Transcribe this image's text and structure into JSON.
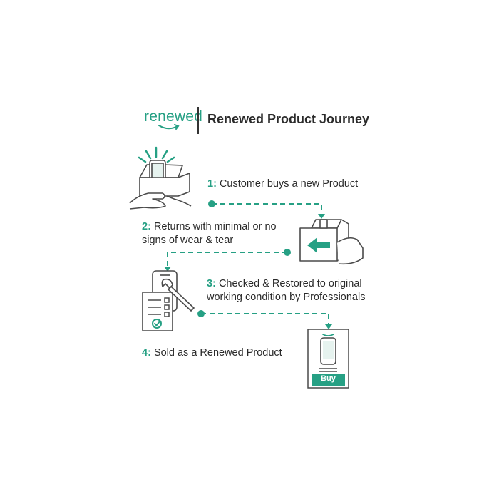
{
  "header": {
    "logo_text": "renewed",
    "title": "Renewed Product Journey"
  },
  "steps": [
    {
      "number": "1:",
      "text": "Customer buys a new Product"
    },
    {
      "number": "2:",
      "line1": "Returns with minimal or no",
      "line2": "signs of wear & tear"
    },
    {
      "number": "3:",
      "line1": "Checked & Restored to original",
      "line2": "working condition by Professionals"
    },
    {
      "number": "4:",
      "text": "Sold as a Renewed Product"
    }
  ],
  "buy_label": "Buy",
  "colors": {
    "accent": "#26a084",
    "text": "#2a2a2a",
    "line_art": "#4a4a4a"
  },
  "icons": [
    "box-phone-icon",
    "return-box-icon",
    "phone-repair-checklist-icon",
    "buy-phone-card-icon"
  ]
}
